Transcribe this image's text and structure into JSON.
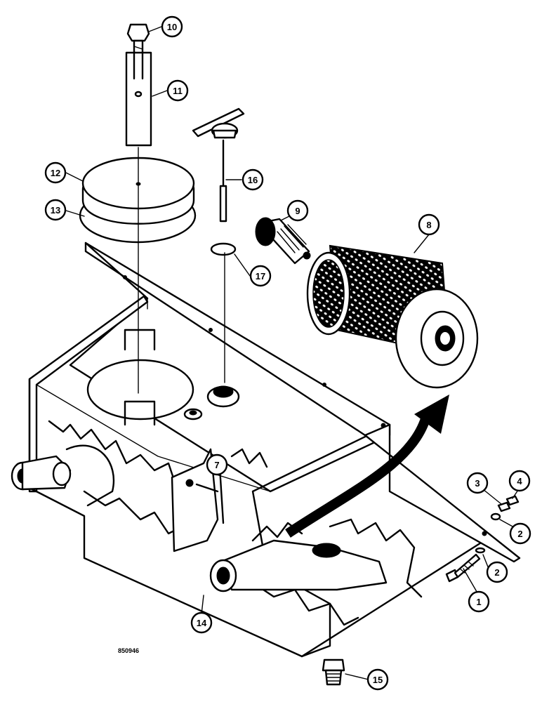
{
  "drawing_number": "850946",
  "callouts": [
    {
      "id": "c1",
      "label": "1"
    },
    {
      "id": "c2a",
      "label": "2"
    },
    {
      "id": "c2b",
      "label": "2"
    },
    {
      "id": "c3",
      "label": "3"
    },
    {
      "id": "c4",
      "label": "4"
    },
    {
      "id": "c7",
      "label": "7"
    },
    {
      "id": "c8",
      "label": "8"
    },
    {
      "id": "c9",
      "label": "9"
    },
    {
      "id": "c10",
      "label": "10"
    },
    {
      "id": "c11",
      "label": "11"
    },
    {
      "id": "c12",
      "label": "12"
    },
    {
      "id": "c13",
      "label": "13"
    },
    {
      "id": "c14",
      "label": "14"
    },
    {
      "id": "c15",
      "label": "15"
    },
    {
      "id": "c16",
      "label": "16"
    },
    {
      "id": "c17",
      "label": "17"
    }
  ],
  "colors": {
    "ink": "#000000",
    "paper": "#ffffff"
  }
}
